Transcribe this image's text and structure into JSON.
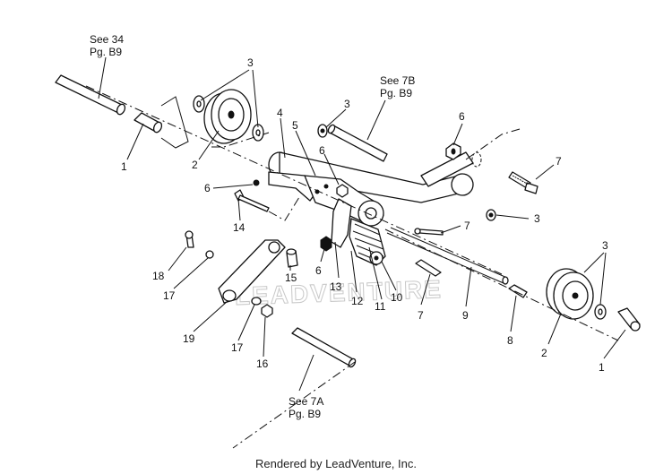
{
  "diagram": {
    "references": {
      "see_34": {
        "line1": "See 34",
        "line2": "Pg. B9"
      },
      "see_7b": {
        "line1": "See 7B",
        "line2": "Pg. B9"
      },
      "see_7a": {
        "line1": "See 7A",
        "line2": "Pg. B9"
      }
    },
    "callouts": {
      "c1_left": "1",
      "c1_right": "1",
      "c2_left": "2",
      "c2_right": "2",
      "c3_top_left": "3",
      "c3_mid": "3",
      "c3_right_washer": "3",
      "c3_top_right": "3",
      "c4": "4",
      "c5": "5",
      "c6_top_right": "6",
      "c6_center": "6",
      "c6_left": "6",
      "c6_lower": "6",
      "c7_bolt_right": "7",
      "c7_mid": "7",
      "c7_lower": "7",
      "c8": "8",
      "c9": "9",
      "c10": "10",
      "c11": "11",
      "c12": "12",
      "c13": "13",
      "c14": "14",
      "c15": "15",
      "c16": "16",
      "c17_upper": "17",
      "c17_lower": "17",
      "c18": "18",
      "c19": "19"
    },
    "watermark": "LEADVENTURE"
  },
  "footer": {
    "text": "Rendered by LeadVenture, Inc."
  }
}
